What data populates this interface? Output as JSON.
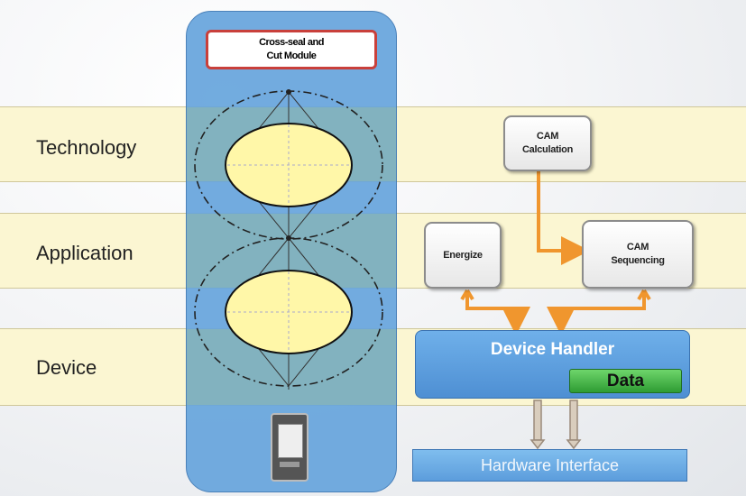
{
  "layers": [
    {
      "label": "Technology"
    },
    {
      "label": "Application"
    },
    {
      "label": "Device"
    }
  ],
  "module": {
    "line1": "Cross-seal and",
    "line2": "Cut Module"
  },
  "boxes": {
    "cam_calc": {
      "line1": "CAM",
      "line2": "Calculation"
    },
    "energize": {
      "label": "Energize"
    },
    "cam_seq": {
      "line1": "CAM",
      "line2": "Sequencing"
    }
  },
  "handler": {
    "title": "Device Handler",
    "data": "Data"
  },
  "hardware": {
    "label": "Hardware Interface"
  },
  "colors": {
    "layer": "#fbf6d2",
    "column": "#67a5dd",
    "arrow": "#f0962e",
    "ellipse": "#fff7a8"
  },
  "icons": [
    "device-icon"
  ]
}
